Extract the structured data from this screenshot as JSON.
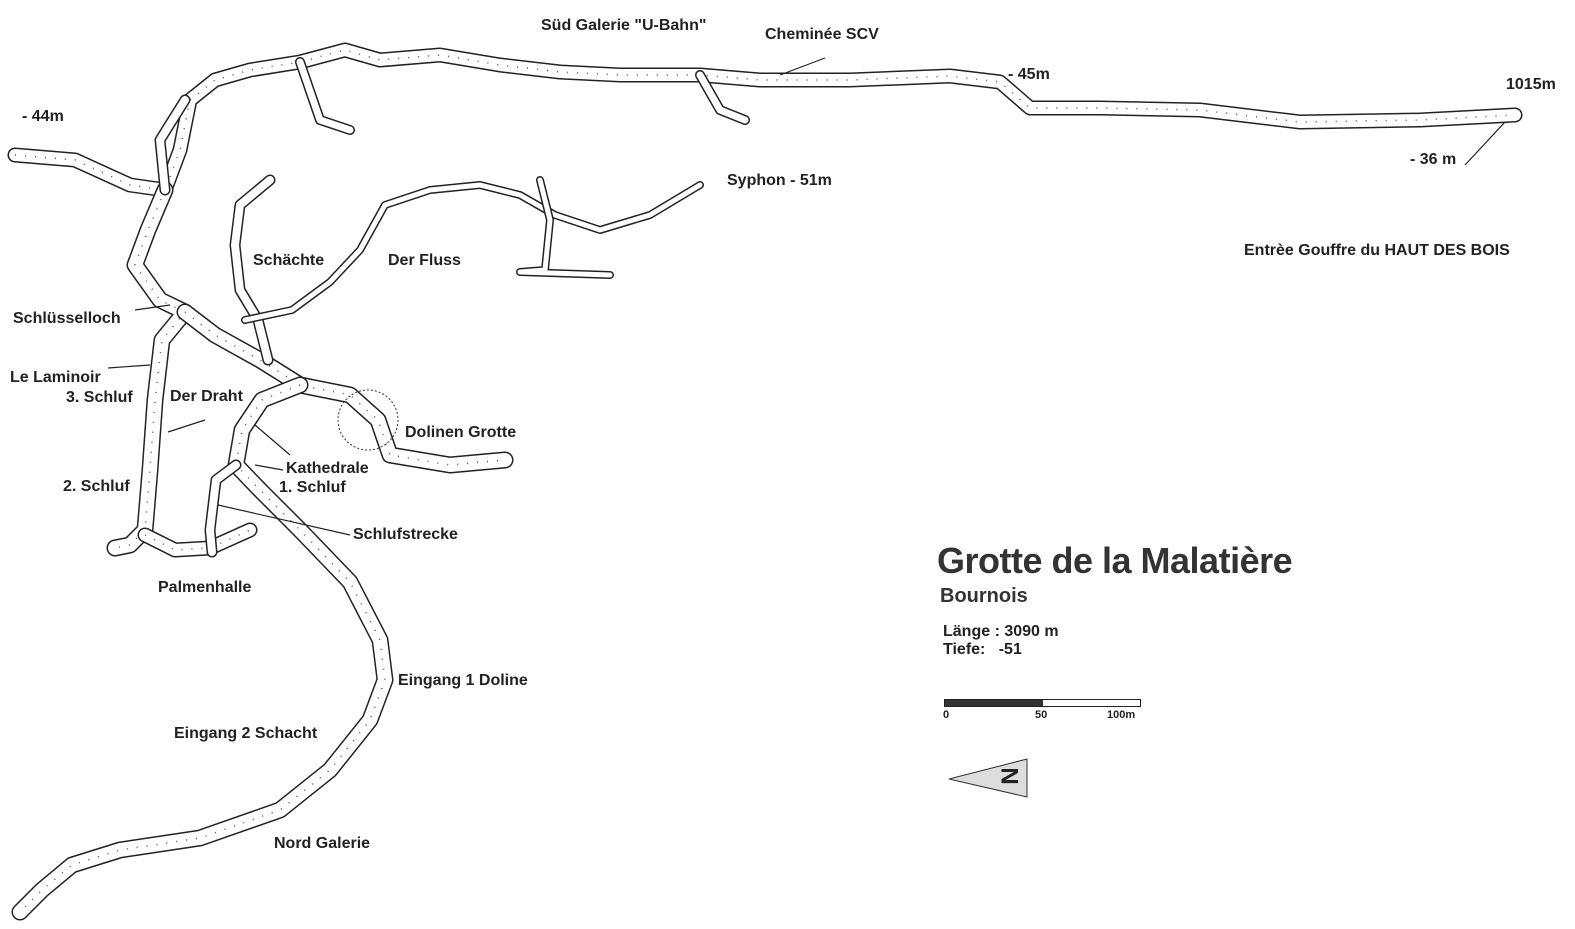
{
  "map": {
    "title": "Grotte de la Malatière",
    "subtitle": "Bournois",
    "length_label": "Länge : 3090 m",
    "depth_label": "Tiefe:   -51",
    "scale": {
      "ticks": [
        "0",
        "50",
        "100m"
      ]
    },
    "north_label": "N",
    "labels": {
      "sued_galerie": "Süd Galerie \"U-Bahn\"",
      "cheminee": "Cheminée SCV",
      "minus45": "- 45m",
      "m1015": "1015m",
      "minus44": "- 44m",
      "minus36": "- 36 m",
      "syphon": "Syphon - 51m",
      "entree": "Entrèe Gouffre du HAUT DES BOIS",
      "schaechte": "Schächte",
      "der_fluss": "Der Fluss",
      "schluesselloch": "Schlüsselloch",
      "laminoir": "Le Laminoir",
      "schluf3": "3. Schluf",
      "der_draht": "Der Draht",
      "dolinen": "Dolinen Grotte",
      "kathedrale": "Kathedrale",
      "schluf1": "1. Schluf",
      "schluf2": "2. Schluf",
      "schlufstrecke": "Schlufstrecke",
      "palmenhalle": "Palmenhalle",
      "eingang1": "Eingang 1 Doline",
      "eingang2": "Eingang 2 Schacht",
      "nord_galerie": "Nord Galerie"
    }
  }
}
